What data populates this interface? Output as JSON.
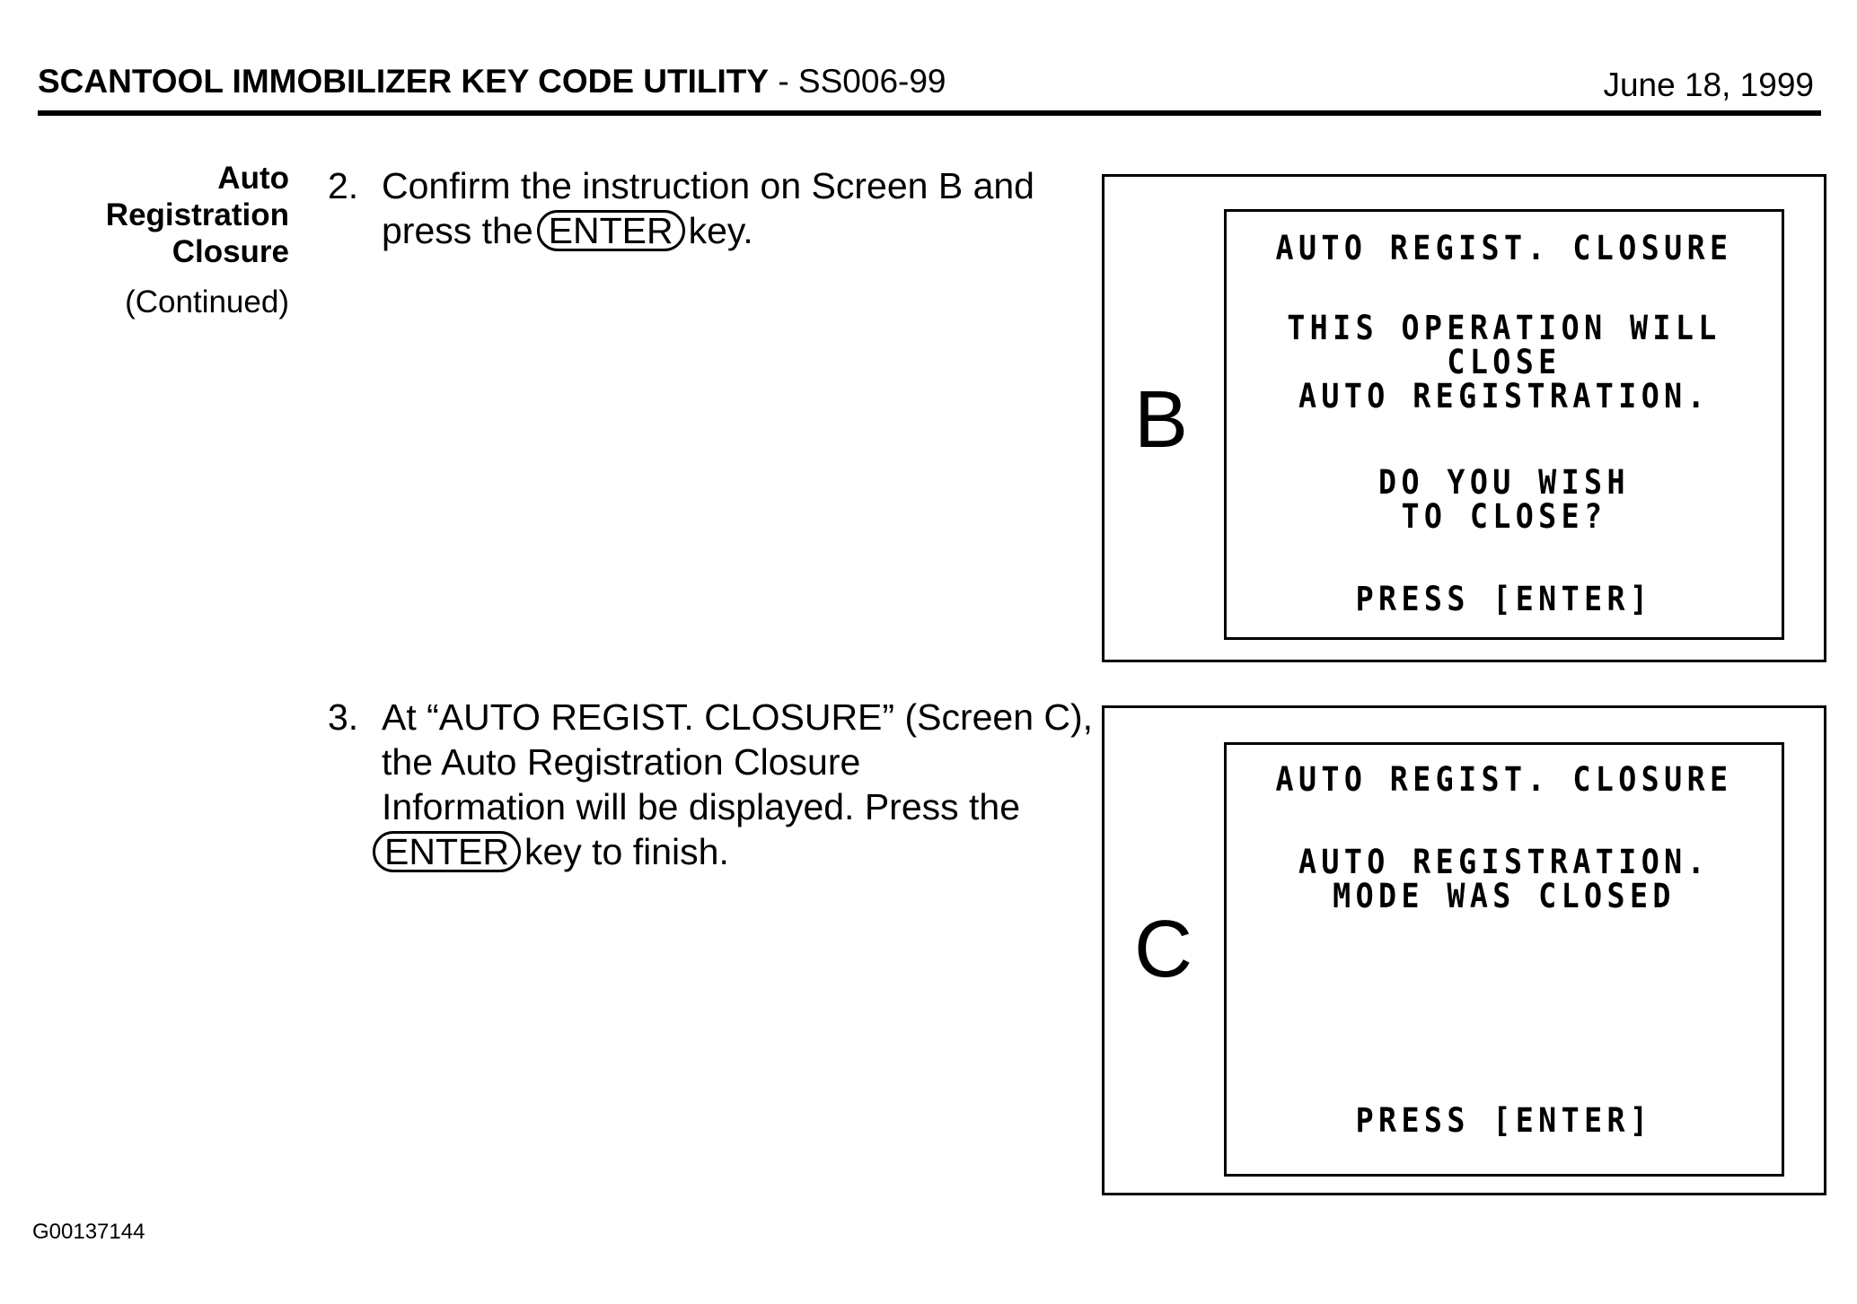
{
  "header": {
    "title_bold": "SCANTOOL IMMOBILIZER KEY CODE UTILITY",
    "title_suffix": " - SS006-99",
    "date": "June 18, 1999"
  },
  "section": {
    "heading_lines": [
      "Auto",
      "Registration",
      "Closure"
    ],
    "continued": "(Continued)"
  },
  "steps": [
    {
      "number": "2.",
      "line1": "Confirm the instruction on Screen B and",
      "line2_before": "press the",
      "key": "ENTER",
      "line2_after": "key."
    },
    {
      "number": "3.",
      "line1": "At “AUTO REGIST. CLOSURE” (Screen C),",
      "line2": "the Auto Registration Closure",
      "line3": "Information will be displayed.  Press the",
      "key": "ENTER",
      "line4_after": "key to finish."
    }
  ],
  "screens": [
    {
      "letter": "B",
      "title": "AUTO REGIST. CLOSURE",
      "message_lines": [
        "THIS OPERATION WILL",
        "CLOSE",
        "AUTO REGISTRATION."
      ],
      "question_lines": [
        "DO YOU WISH",
        "TO CLOSE?"
      ],
      "prompt": "PRESS [ENTER]"
    },
    {
      "letter": "C",
      "title": "AUTO REGIST. CLOSURE",
      "message_lines": [
        "AUTO REGISTRATION.",
        "MODE WAS CLOSED"
      ],
      "prompt": "PRESS [ENTER]"
    }
  ],
  "footer": {
    "code": "G00137144"
  }
}
